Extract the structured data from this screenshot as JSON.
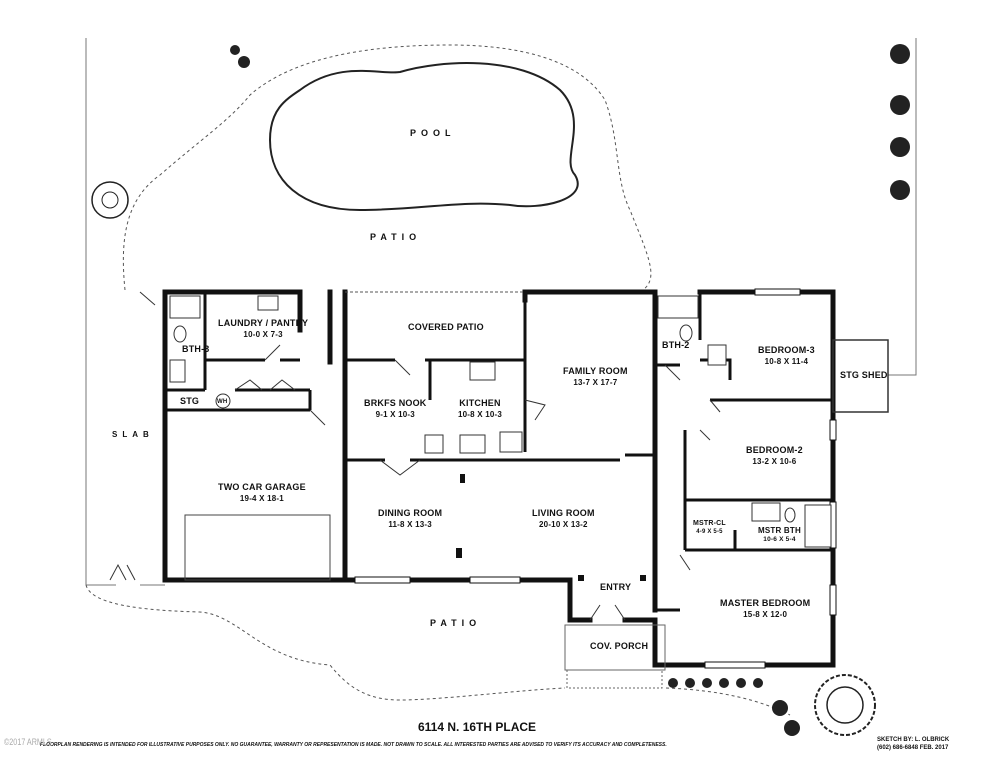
{
  "plan": {
    "title": "6114 N. 16TH PLACE",
    "sketch_by": "SKETCH BY:  L. OLBRICK",
    "sketch_contact": "(602) 686-6848  FEB. 2017",
    "disclaimer": "FLOORPLAN RENDERING IS INTENDED FOR ILLUSTRATIVE PURPOSES ONLY.  NO GUARANTEE, WARRANTY OR REPRESENTATION IS MADE.  NOT DRAWN TO SCALE.  ALL INTERESTED PARTIES ARE ADVISED TO VERIFY ITS ACCURACY AND COMPLETENESS.",
    "copyright": "©2017 ARMLS"
  },
  "outdoor": {
    "pool": "POOL",
    "patio_top": "PATIO",
    "patio_bottom": "PATIO",
    "slab": "SLAB",
    "stg_shed": "STG SHED",
    "cov_porch": "COV. PORCH",
    "covered_patio": "COVERED PATIO"
  },
  "rooms": {
    "laundry": {
      "name": "LAUNDRY / PANTRY",
      "dim": "10-0 X 7-3"
    },
    "bth3": {
      "name": "BTH-3"
    },
    "stg": {
      "name": "STG"
    },
    "wh": {
      "name": "WH"
    },
    "garage": {
      "name": "TWO CAR GARAGE",
      "dim": "19-4  X  18-1"
    },
    "brkfs": {
      "name": "BRKFS NOOK",
      "dim": "9-1  X  10-3"
    },
    "kitchen": {
      "name": "KITCHEN",
      "dim": "10-8 X 10-3"
    },
    "family": {
      "name": "FAMILY ROOM",
      "dim": "13-7  X  17-7"
    },
    "dining": {
      "name": "DINING ROOM",
      "dim": "11-8  X  13-3"
    },
    "living": {
      "name": "LIVING ROOM",
      "dim": "20-10  X  13-2"
    },
    "entry": {
      "name": "ENTRY"
    },
    "bth2": {
      "name": "BTH-2"
    },
    "bedroom3": {
      "name": "BEDROOM-3",
      "dim": "10-8  X  11-4"
    },
    "bedroom2": {
      "name": "BEDROOM-2",
      "dim": "13-2  X  10-6"
    },
    "mstr_cl": {
      "name": "MSTR-CL",
      "dim": "4-9 X 5-5"
    },
    "mstr_bth": {
      "name": "MSTR BTH",
      "dim": "10-6 X 5-4"
    },
    "master": {
      "name": "MASTER BEDROOM",
      "dim": "15-8  X  12-0"
    }
  },
  "colors": {
    "wall": "#111111",
    "line": "#444444",
    "tree": "#222222"
  }
}
